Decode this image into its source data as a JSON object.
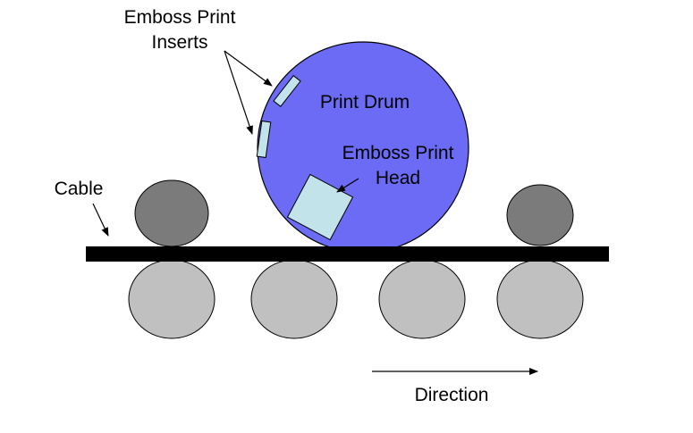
{
  "labels": {
    "emboss_print_inserts": [
      "Emboss Print",
      "Inserts"
    ],
    "print_drum": "Print Drum",
    "emboss_print_head": [
      "Emboss Print",
      "Head"
    ],
    "cable": "Cable",
    "direction": "Direction"
  },
  "colors": {
    "background": "#ffffff",
    "print_drum_fill": "#6b6bf5",
    "print_head_fill": "#c3e3ea",
    "insert_fill": "#c3e3ea",
    "top_roller_fill": "#7b7b7b",
    "bottom_roller_fill": "#c0c0c0",
    "cable_fill": "#000000",
    "outline": "#000000"
  }
}
